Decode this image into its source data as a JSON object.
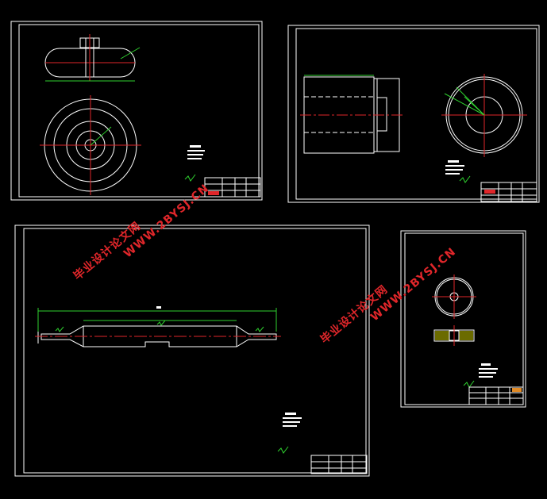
{
  "colors": {
    "background": "#000000",
    "frame": "#ffffff",
    "dimension": "#2fd12f",
    "centerline": "#e0262a",
    "watermark": "#e0262a",
    "hatch": "#ffe600"
  },
  "watermarks": [
    {
      "id": "wm-cn-1",
      "text": "毕业设计论文网"
    },
    {
      "id": "wm-url-1",
      "text": "WWW.2BYSJ.CN"
    },
    {
      "id": "wm-cn-2",
      "text": "毕业设计论文网"
    },
    {
      "id": "wm-url-2",
      "text": "WWW.2BYSJ.CN"
    }
  ]
}
